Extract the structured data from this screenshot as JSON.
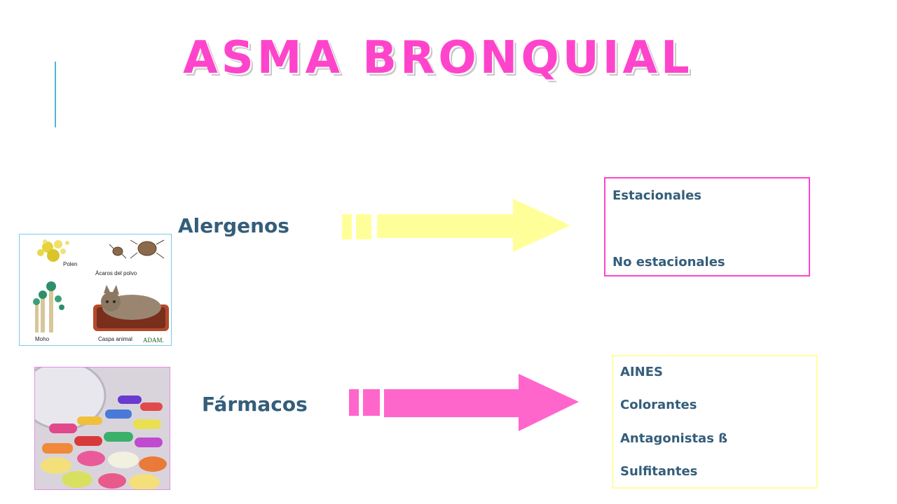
{
  "slide": {
    "title": "ASMA BRONQUIAL",
    "accent_color": "#ff44cc",
    "line_color": "#4fb6d6"
  },
  "allergens": {
    "label": "Alergenos",
    "arrow_color": "#ffff99",
    "image": {
      "captions": [
        "Polen",
        "Ácaros del polvo",
        "Moho",
        "Caspa animal"
      ],
      "brand": "ADAM."
    },
    "box": {
      "border_color": "#ff44cc",
      "items": [
        "Estacionales",
        "No estacionales"
      ]
    }
  },
  "drugs": {
    "label": "Fármacos",
    "arrow_color": "#ff66cc",
    "box": {
      "border_color": "#ffffa0",
      "items": [
        "AINES",
        "Colorantes",
        "Antagonistas ß",
        "Sulfitantes"
      ]
    }
  }
}
